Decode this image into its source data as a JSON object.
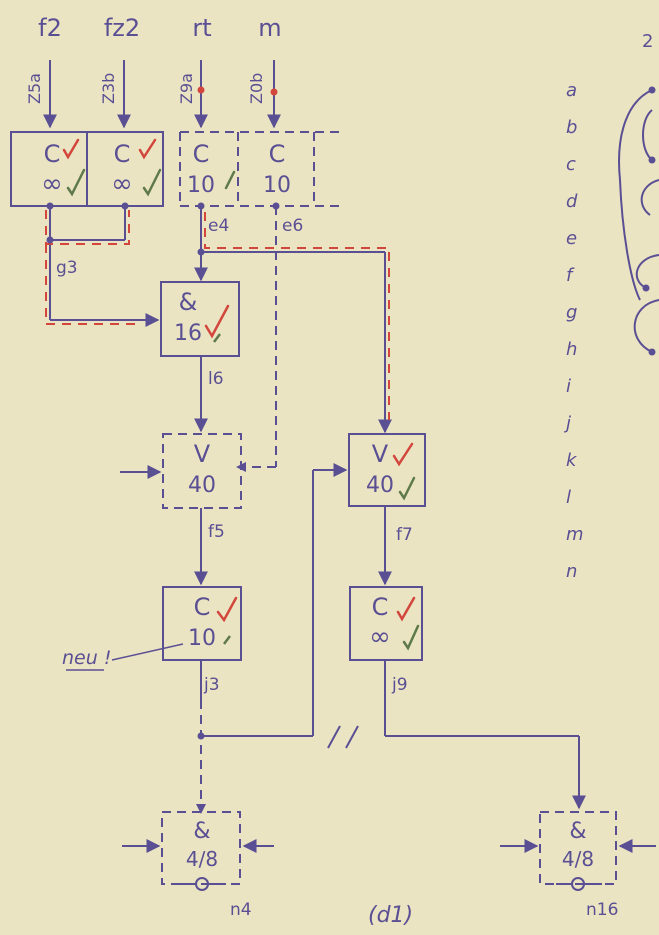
{
  "inputs": [
    {
      "signal": "f2",
      "code": "Z5a"
    },
    {
      "signal": "fz2",
      "code": "Z3b"
    },
    {
      "signal": "rt",
      "code": "Z9a"
    },
    {
      "signal": "m",
      "code": "Z0b"
    }
  ],
  "blocks": {
    "c1": {
      "type": "C",
      "value": "∞"
    },
    "c2": {
      "type": "C",
      "value": "∞"
    },
    "c3": {
      "type": "C",
      "value": "10"
    },
    "c4": {
      "type": "C",
      "value": "10"
    },
    "and16": {
      "type": "&",
      "value": "16"
    },
    "v40a": {
      "type": "V",
      "value": "40"
    },
    "v40b": {
      "type": "V",
      "value": "40"
    },
    "c10": {
      "type": "C",
      "value": "10"
    },
    "cinf": {
      "type": "C",
      "value": "∞"
    },
    "anda": {
      "type": "&",
      "value": "4/8"
    },
    "andb": {
      "type": "&",
      "value": "4/8"
    }
  },
  "nodes": {
    "e4": "e4",
    "e6": "e6",
    "g3": "g3",
    "l6": "l6",
    "f5": "f5",
    "f7": "f7",
    "j3": "j3",
    "j9": "j9",
    "n4": "n4",
    "n16": "n16"
  },
  "note": "neu !",
  "sheet_label": "(d1)",
  "legend_header": "2",
  "legend_letters": [
    "a",
    "b",
    "c",
    "d",
    "e",
    "f",
    "g",
    "h",
    "i",
    "j",
    "k",
    "l",
    "m",
    "n"
  ],
  "colors": {
    "ink": "#5a4f93",
    "red": "#d2463c",
    "green": "#5f7a4a",
    "paper": "#ebe4c3"
  }
}
